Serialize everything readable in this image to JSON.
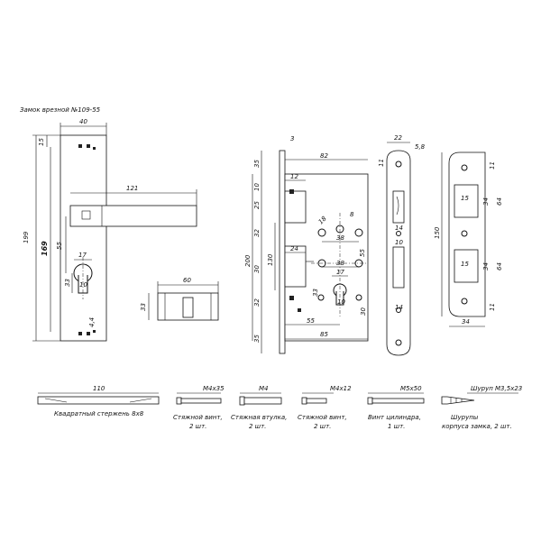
{
  "title": "Замок врезной №109-55",
  "handle_plate": {
    "dims": [
      "40",
      "15",
      "121",
      "199",
      "169",
      "55",
      "17",
      "33",
      "10",
      "4,4"
    ]
  },
  "cylinder": {
    "dims": [
      "60",
      "33"
    ]
  },
  "lock_body": {
    "dims": [
      "3",
      "82",
      "12",
      "35",
      "10",
      "25",
      "18",
      "8",
      "32",
      "38",
      "24",
      "200",
      "130",
      "30",
      "38",
      "17",
      "55",
      "33",
      "32",
      "10",
      "30",
      "55",
      "35",
      "85"
    ]
  },
  "faceplate": {
    "dims": [
      "22",
      "5,8",
      "11",
      "14",
      "10",
      "14"
    ]
  },
  "strike": {
    "dims": [
      "150",
      "15",
      "34",
      "64",
      "15",
      "34",
      "64",
      "11",
      "34",
      "11"
    ]
  },
  "parts": [
    {
      "size": "110",
      "caption": "Квадратный стержень 8х8"
    },
    {
      "size": "M4x35",
      "caption": "Стяжной винт,",
      "caption2": "2 шт."
    },
    {
      "size": "M4",
      "caption": "Стяжная втулка,",
      "caption2": "2 шт."
    },
    {
      "size": "M4x12",
      "caption": "Стяжной винт,",
      "caption2": "2 шт."
    },
    {
      "size": "M5x50",
      "caption": "Винт цилиндра,",
      "caption2": "1 шт."
    },
    {
      "size": "Шуруп М3,5х23",
      "caption": "Шурупы",
      "caption2": "корпуса замка, 2 шт."
    }
  ]
}
